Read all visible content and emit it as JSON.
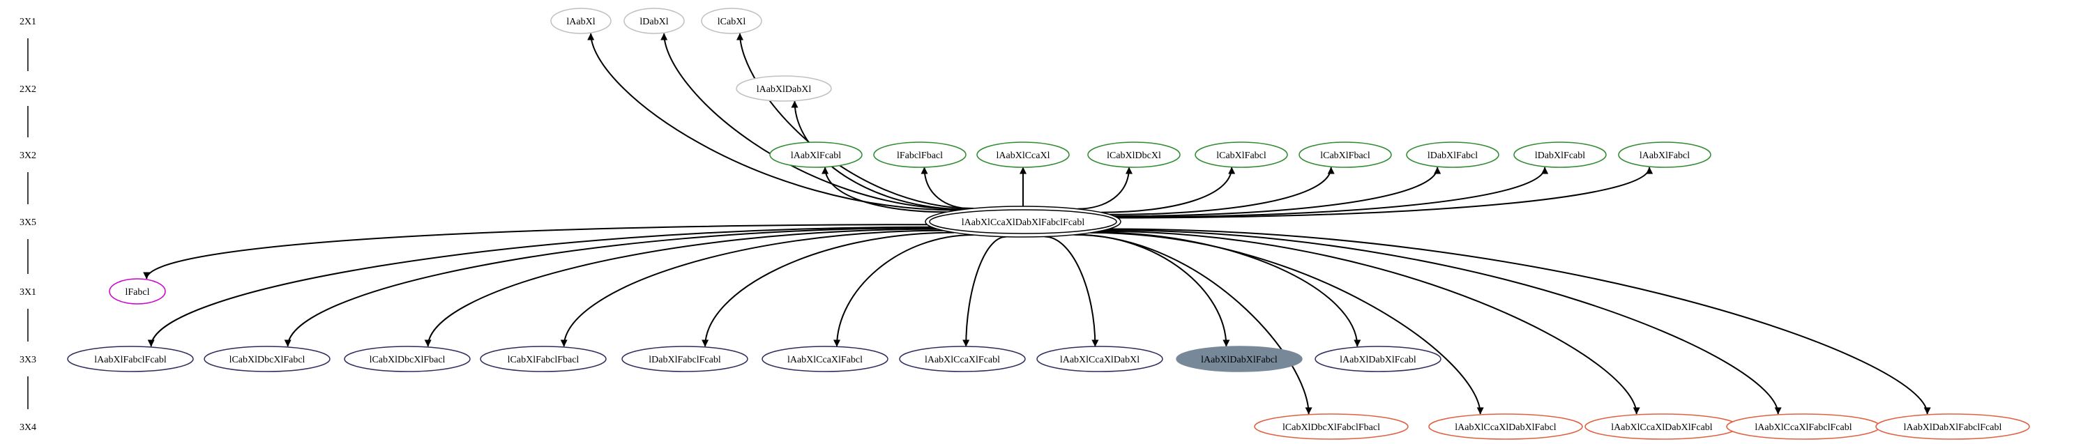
{
  "colors": {
    "ink": "#000000",
    "grey_outline": "#c0c0c0",
    "green_outline": "#2e8b2e",
    "magenta_outline": "#cc00cc",
    "navy_outline": "#2b2b5e",
    "orange_outline": "#e06040",
    "selected_fill": "#778899"
  },
  "ranks": [
    {
      "id": "r0",
      "label": "2X1"
    },
    {
      "id": "r1",
      "label": "2X2"
    },
    {
      "id": "r2",
      "label": "3X2"
    },
    {
      "id": "r3",
      "label": "3X5"
    },
    {
      "id": "r4",
      "label": "3X1"
    },
    {
      "id": "r5",
      "label": "3X3"
    },
    {
      "id": "r6",
      "label": "3X4"
    }
  ],
  "nodes": [
    {
      "id": "AabX",
      "label": "lAabXl",
      "rank": "r0",
      "style": "grey"
    },
    {
      "id": "DabX",
      "label": "lDabXl",
      "rank": "r0",
      "style": "grey"
    },
    {
      "id": "CabX",
      "label": "lCabXl",
      "rank": "r0",
      "style": "grey"
    },
    {
      "id": "AabX_DabX",
      "label": "lAabXlDabXl",
      "rank": "r1",
      "style": "grey"
    },
    {
      "id": "AabX_Fcab",
      "label": "lAabXlFcabl",
      "rank": "r2",
      "style": "green"
    },
    {
      "id": "Fabc_Fbac",
      "label": "lFabclFbacl",
      "rank": "r2",
      "style": "green"
    },
    {
      "id": "AabX_CcaX",
      "label": "lAabXlCcaXl",
      "rank": "r2",
      "style": "green"
    },
    {
      "id": "CabX_DbcX",
      "label": "lCabXlDbcXl",
      "rank": "r2",
      "style": "green"
    },
    {
      "id": "CabX_Fabc",
      "label": "lCabXlFabcl",
      "rank": "r2",
      "style": "green"
    },
    {
      "id": "CabX_Fbac",
      "label": "lCabXlFbacl",
      "rank": "r2",
      "style": "green"
    },
    {
      "id": "DabX_Fabc",
      "label": "lDabXlFabcl",
      "rank": "r2",
      "style": "green"
    },
    {
      "id": "DabX_Fcab",
      "label": "lDabXlFcabl",
      "rank": "r2",
      "style": "green"
    },
    {
      "id": "AabX_Fabc",
      "label": "lAabXlFabcl",
      "rank": "r2",
      "style": "green"
    },
    {
      "id": "Root",
      "label": "lAabXlCcaXlDabXlFabclFcabl",
      "rank": "r3",
      "style": "root"
    },
    {
      "id": "Fabc",
      "label": "lFabcl",
      "rank": "r4",
      "style": "magenta"
    },
    {
      "id": "AabX_Fabc_Fcab",
      "label": "lAabXlFabclFcabl",
      "rank": "r5",
      "style": "navy"
    },
    {
      "id": "CabX_DbcX_Fabc",
      "label": "lCabXlDbcXlFabcl",
      "rank": "r5",
      "style": "navy"
    },
    {
      "id": "CabX_DbcX_Fbac",
      "label": "lCabXlDbcXlFbacl",
      "rank": "r5",
      "style": "navy"
    },
    {
      "id": "CabX_Fabc_Fbac",
      "label": "lCabXlFabclFbacl",
      "rank": "r5",
      "style": "navy"
    },
    {
      "id": "DabX_Fabc_Fcab",
      "label": "lDabXlFabclFcabl",
      "rank": "r5",
      "style": "navy"
    },
    {
      "id": "AabX_CcaX_Fabc",
      "label": "lAabXlCcaXlFabcl",
      "rank": "r5",
      "style": "navy"
    },
    {
      "id": "AabX_CcaX_Fcab",
      "label": "lAabXlCcaXlFcabl",
      "rank": "r5",
      "style": "navy"
    },
    {
      "id": "AabX_CcaX_DabX",
      "label": "lAabXlCcaXlDabXl",
      "rank": "r5",
      "style": "navy"
    },
    {
      "id": "AabX_DabX_Fabc",
      "label": "lAabXlDabXlFabcl",
      "rank": "r5",
      "style": "selected"
    },
    {
      "id": "AabX_DabX_Fcab",
      "label": "lAabXlDabXlFcabl",
      "rank": "r5",
      "style": "navy"
    },
    {
      "id": "CabX_DbcX_Fabc_Fbac",
      "label": "lCabXlDbcXlFabclFbacl",
      "rank": "r6",
      "style": "orange"
    },
    {
      "id": "AabX_CcaX_DabX_Fabc",
      "label": "lAabXlCcaXlDabXlFabcl",
      "rank": "r6",
      "style": "orange"
    },
    {
      "id": "AabX_CcaX_DabX_Fcab",
      "label": "lAabXlCcaXlDabXlFcabl",
      "rank": "r6",
      "style": "orange"
    },
    {
      "id": "AabX_CcaX_Fabc_Fcab",
      "label": "lAabXlCcaXlFabclFcabl",
      "rank": "r6",
      "style": "orange"
    },
    {
      "id": "AabX_DabX_Fabc_Fcab",
      "label": "lAabXlDabXlFabclFcabl",
      "rank": "r6",
      "style": "orange"
    }
  ],
  "edges": [
    {
      "from": "Root",
      "to": "AabX"
    },
    {
      "from": "Root",
      "to": "DabX"
    },
    {
      "from": "Root",
      "to": "CabX"
    },
    {
      "from": "Root",
      "to": "AabX_DabX"
    },
    {
      "from": "Root",
      "to": "AabX_Fcab"
    },
    {
      "from": "Root",
      "to": "Fabc_Fbac"
    },
    {
      "from": "Root",
      "to": "AabX_CcaX"
    },
    {
      "from": "Root",
      "to": "CabX_DbcX"
    },
    {
      "from": "Root",
      "to": "CabX_Fabc"
    },
    {
      "from": "Root",
      "to": "CabX_Fbac"
    },
    {
      "from": "Root",
      "to": "DabX_Fabc"
    },
    {
      "from": "Root",
      "to": "DabX_Fcab"
    },
    {
      "from": "Root",
      "to": "AabX_Fabc"
    },
    {
      "from": "Root",
      "to": "Fabc"
    },
    {
      "from": "Root",
      "to": "AabX_Fabc_Fcab"
    },
    {
      "from": "Root",
      "to": "CabX_DbcX_Fabc"
    },
    {
      "from": "Root",
      "to": "CabX_DbcX_Fbac"
    },
    {
      "from": "Root",
      "to": "CabX_Fabc_Fbac"
    },
    {
      "from": "Root",
      "to": "DabX_Fabc_Fcab"
    },
    {
      "from": "Root",
      "to": "AabX_CcaX_Fabc"
    },
    {
      "from": "Root",
      "to": "AabX_CcaX_Fcab"
    },
    {
      "from": "Root",
      "to": "AabX_CcaX_DabX"
    },
    {
      "from": "Root",
      "to": "AabX_DabX_Fabc"
    },
    {
      "from": "Root",
      "to": "AabX_DabX_Fcab"
    },
    {
      "from": "Root",
      "to": "CabX_DbcX_Fabc_Fbac"
    },
    {
      "from": "Root",
      "to": "AabX_CcaX_DabX_Fabc"
    },
    {
      "from": "Root",
      "to": "AabX_CcaX_DabX_Fcab"
    },
    {
      "from": "Root",
      "to": "AabX_CcaX_Fabc_Fcab"
    },
    {
      "from": "Root",
      "to": "AabX_DabX_Fabc_Fcab"
    }
  ]
}
